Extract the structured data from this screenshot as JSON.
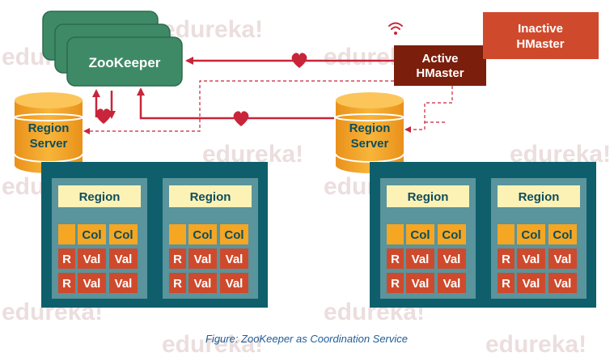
{
  "watermark": "edureka!",
  "zookeeper": {
    "label": "ZooKeeper"
  },
  "active_hmaster": {
    "line1": "Active",
    "line2": "HMaster"
  },
  "inactive_hmaster": {
    "line1": "Inactive",
    "line2": "HMaster"
  },
  "region_servers": [
    {
      "line1": "Region",
      "line2": "Server"
    },
    {
      "line1": "Region",
      "line2": "Server"
    }
  ],
  "region_box": {
    "title": "Region",
    "col_label": "Col",
    "row_label": "R",
    "val_label": "Val"
  },
  "caption": "Figure: ZooKeeper as Coordination Service",
  "colors": {
    "zookeeper": "#3f8a66",
    "zookeeper_dark": "#2d6b4e",
    "active_hmaster": "#7b1e0c",
    "inactive_hmaster": "#cf4a2c",
    "heartbeat": "#c8253a",
    "teal_panel": "#0e5f6b",
    "inner_panel": "#5a949c",
    "region_title_bg": "#fdf2b6",
    "cell_orange": "#f5a623",
    "cell_red": "#cf4a2c",
    "cylinder": "#f5a623",
    "caption": "#1f5d96"
  }
}
